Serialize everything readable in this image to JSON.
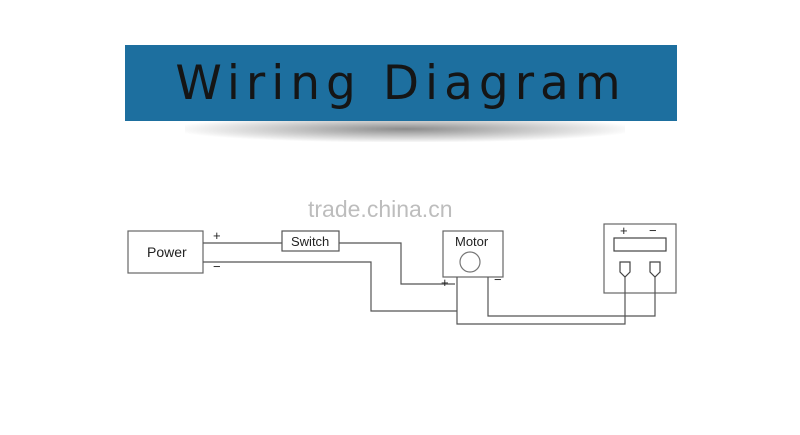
{
  "title": "Wiring Diagram",
  "watermark": "trade.china.cn",
  "components": {
    "power": {
      "label": "Power",
      "plus": "+",
      "minus": "−"
    },
    "switch": {
      "label": "Switch"
    },
    "motor": {
      "label": "Motor",
      "plus": "+",
      "minus": "−"
    },
    "controller": {
      "plus": "+",
      "minus": "−"
    }
  }
}
